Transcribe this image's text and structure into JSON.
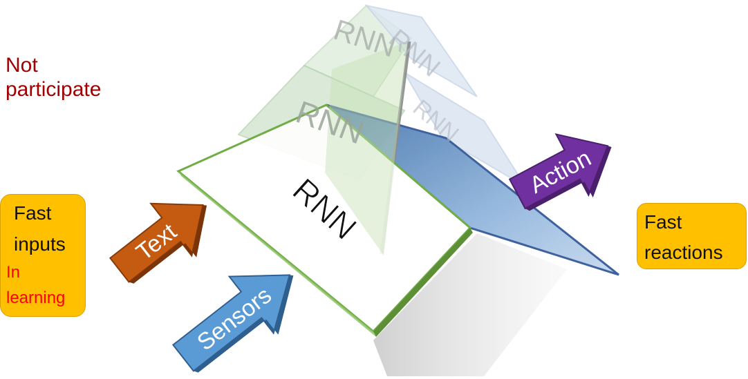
{
  "colors": {
    "box_fill": "#ffc000",
    "dark_red": "#a00000",
    "red": "#ff0000",
    "green_border": "#70ad47",
    "blue_panel": "#5b8fc7",
    "text_arrow": "#c55a11",
    "sensors_arrow": "#5b9bd5",
    "action_arrow": "#7030a0"
  },
  "labels": {
    "not_participate": "Not\nparticipate",
    "fast_inputs_line1": "Fast",
    "fast_inputs_line2": "inputs",
    "in_learning_line1": "In",
    "in_learning_line2": "learning",
    "fast_reactions_line1": "Fast",
    "fast_reactions_line2": "reactions"
  },
  "layers": {
    "rnn_front": "RNN",
    "rnn_mid": "RNN",
    "rnn_back": "RNN",
    "rnn_back_right": "RNN",
    "rnn_mid_right": "RNN"
  },
  "arrows": {
    "text": "Text",
    "sensors": "Sensors",
    "action": "Action"
  }
}
